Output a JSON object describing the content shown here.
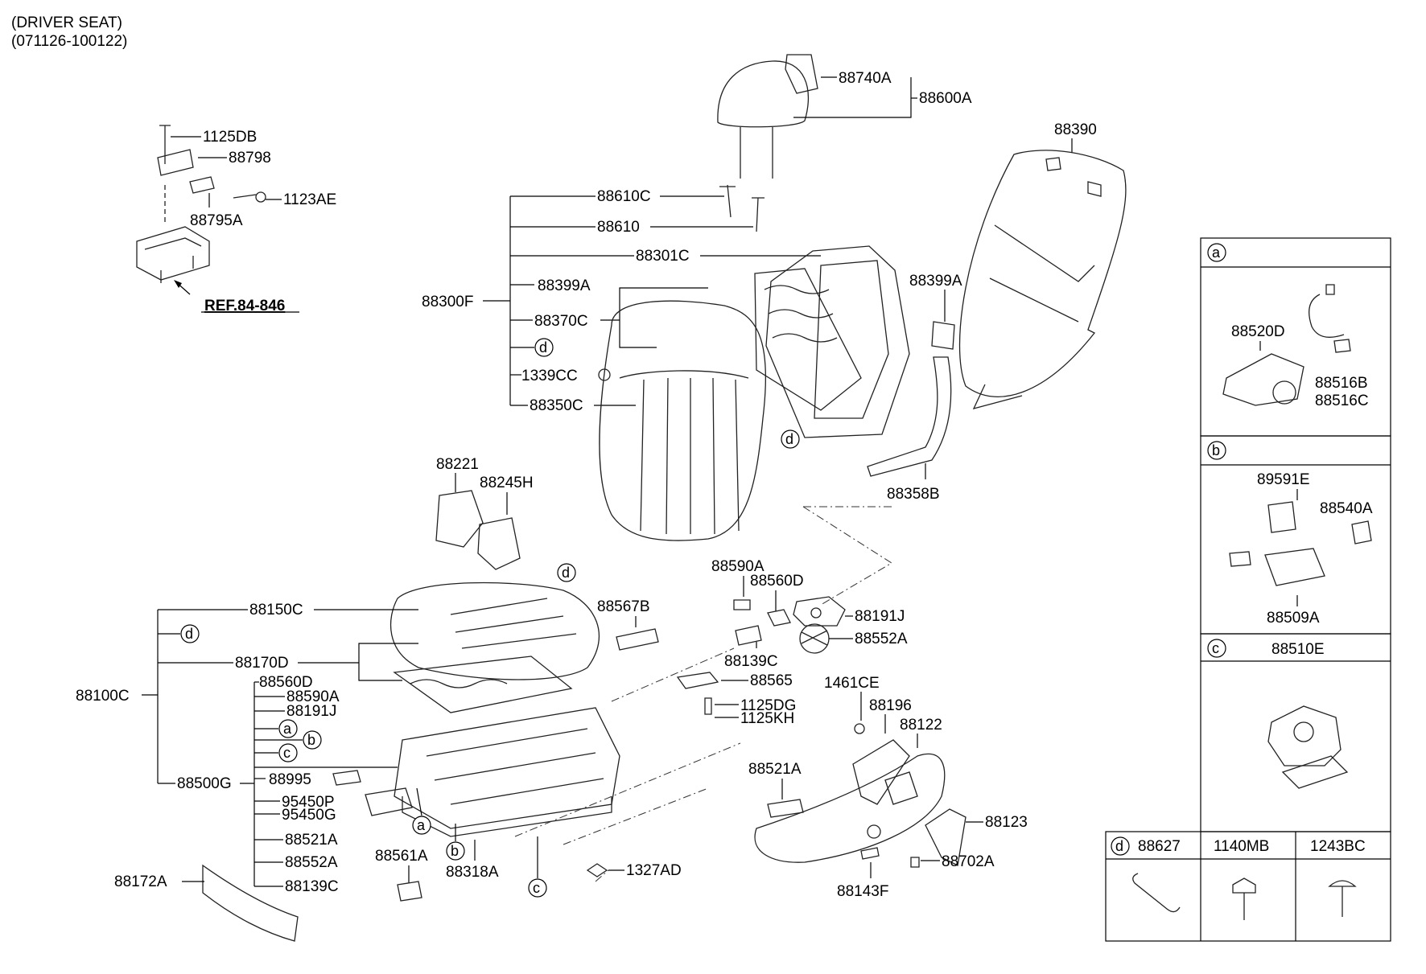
{
  "header": {
    "title": "(DRIVER SEAT)",
    "date_range": "(071126-100122)"
  },
  "ref_label": "REF.84-846",
  "labels": {
    "p1125DB": "1125DB",
    "p88798": "88798",
    "p88795A": "88795A",
    "p1123AE": "1123AE",
    "p88740A": "88740A",
    "p88600A": "88600A",
    "p88390": "88390",
    "p88610C": "88610C",
    "p88610": "88610",
    "p88301C": "88301C",
    "p88399A_l": "88399A",
    "p88300F": "88300F",
    "p88370C": "88370C",
    "p1339CC": "1339CC",
    "p88350C": "88350C",
    "p88399A_r": "88399A",
    "p88358B": "88358B",
    "p88221": "88221",
    "p88245H": "88245H",
    "p88150C": "88150C",
    "p88170D": "88170D",
    "p88100C": "88100C",
    "p88500G": "88500G",
    "p88560D_l": "88560D",
    "p88590A_l": "88590A",
    "p88191J_l": "88191J",
    "p88995": "88995",
    "p95450P": "95450P",
    "p95450G": "95450G",
    "p88521A_l": "88521A",
    "p88552A_l": "88552A",
    "p88139C_l": "88139C",
    "p88172A": "88172A",
    "p88561A": "88561A",
    "p88318A": "88318A",
    "p1327AD": "1327AD",
    "p88567B": "88567B",
    "p88590A_r": "88590A",
    "p88560D_r": "88560D",
    "p88191J_r": "88191J",
    "p88552A_r": "88552A",
    "p88139C_r": "88139C",
    "p88565": "88565",
    "p1125DG": "1125DG",
    "p1125KH": "1125KH",
    "p1461CE": "1461CE",
    "p88196": "88196",
    "p88122": "88122",
    "p88521A_r": "88521A",
    "p88123": "88123",
    "p88702A": "88702A",
    "p88143F": "88143F"
  },
  "markers": {
    "a": "a",
    "b": "b",
    "c": "c",
    "d": "d"
  },
  "side_panels": {
    "a": {
      "parts": [
        "88520D",
        "88516B",
        "88516C"
      ]
    },
    "b": {
      "parts": [
        "89591E",
        "88540A",
        "88509A"
      ]
    },
    "c": {
      "parts": [
        "88510E"
      ]
    },
    "d": {
      "columns": [
        "88627",
        "1140MB",
        "1243BC"
      ]
    }
  }
}
